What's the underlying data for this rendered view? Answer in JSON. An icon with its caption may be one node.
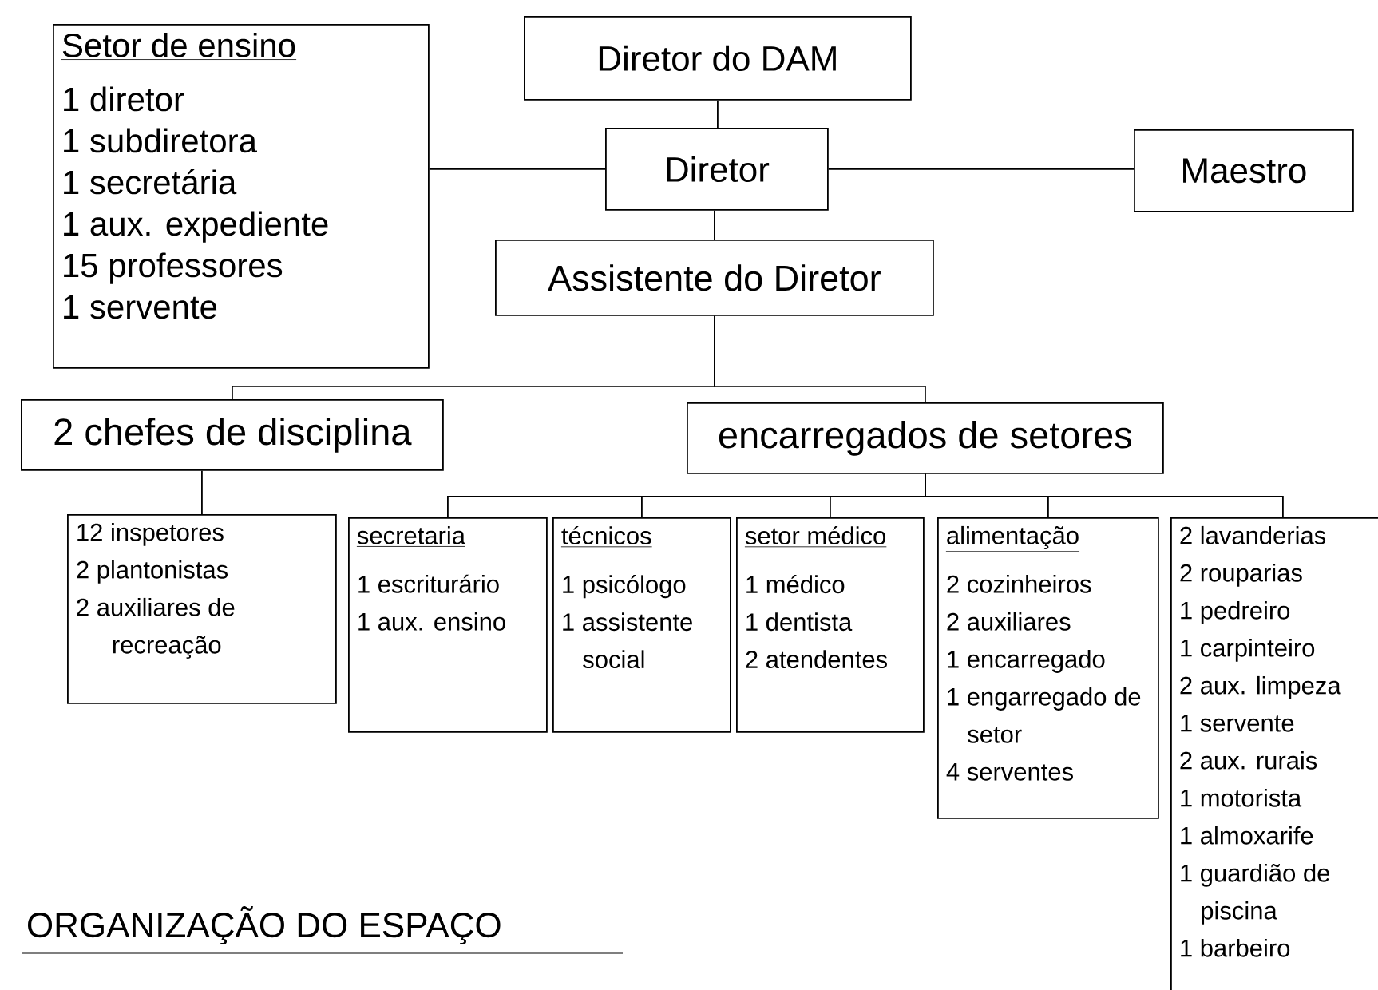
{
  "diagram": {
    "nodes": [
      {
        "text": [
          "Setor de ensino",
          "1 diretor",
          "1 subdiretora",
          "1 secretária",
          "1 aux. expediente",
          "15 professores",
          "1 servente"
        ]
      },
      {
        "text": [
          "Diretor do DAM"
        ]
      },
      {
        "text": [
          "Diretor"
        ]
      },
      {
        "text": [
          "Maestro"
        ]
      },
      {
        "text": [
          "Assistente do Diretor"
        ]
      },
      {
        "text": [
          "2 chefes de disciplina"
        ]
      },
      {
        "text": [
          "encarregados de setores"
        ]
      },
      {
        "text": [
          "12 inspetores",
          "2 plantonistas",
          "2 auxiliares de recreação"
        ]
      },
      {
        "text": [
          "secretaria",
          "1 escriturário",
          "1 aux. ensino"
        ]
      },
      {
        "text": [
          "técnicos",
          "1 psicólogo",
          "1 assistente social"
        ]
      },
      {
        "text": [
          "setor médico",
          "1 médico",
          "1 dentista",
          "2 atendentes"
        ]
      },
      {
        "text": [
          "alimentação",
          "2 cozinheiros",
          "2 auxiliares",
          "1 encarregado",
          "1 engarregado de setor",
          "4 serventes"
        ]
      },
      {
        "text": [
          "2 lavanderias",
          "2 rouparias",
          "1 pedreiro",
          "1 carpinteiro",
          "2 aux. limpeza",
          "1 servente",
          "2 aux. rurais",
          "1 motorista",
          "1 almoxarife",
          "1 guardião de piscina",
          "1 barbeiro"
        ]
      }
    ],
    "edges": [
      {
        "from": 2,
        "to": 0,
        "arrow": "none"
      },
      {
        "from": 2,
        "to": 3,
        "arrow": "none"
      },
      {
        "from": 1,
        "to": 2,
        "arrow": "none"
      },
      {
        "from": 2,
        "to": 4,
        "arrow": "none"
      },
      {
        "from": 4,
        "to": 5,
        "arrow": "none"
      },
      {
        "from": 4,
        "to": 6,
        "arrow": "none"
      },
      {
        "from": 5,
        "to": 7,
        "arrow": "none"
      },
      {
        "from": 6,
        "to": 8,
        "arrow": "none"
      },
      {
        "from": 6,
        "to": 9,
        "arrow": "none"
      },
      {
        "from": 6,
        "to": 10,
        "arrow": "none"
      },
      {
        "from": 6,
        "to": 11,
        "arrow": "none"
      },
      {
        "from": 6,
        "to": 12,
        "arrow": "none"
      }
    ],
    "labels": [
      "ORGANIZAÇÃO DO ESPAÇO"
    ]
  }
}
